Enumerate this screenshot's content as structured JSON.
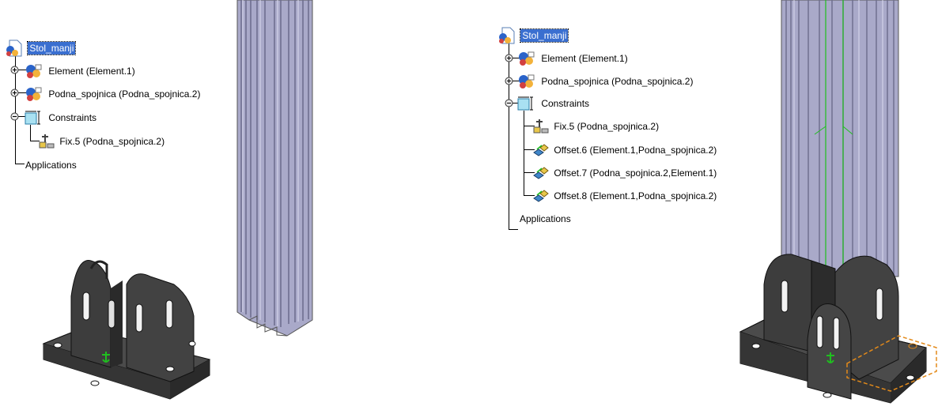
{
  "left_tree": {
    "root": "Stol_manji",
    "items": [
      {
        "label": "Element (Element.1)",
        "icon": "product-instance-icon"
      },
      {
        "label": "Podna_spojnica (Podna_spojnica.2)",
        "icon": "product-instance-icon"
      },
      {
        "label": "Constraints",
        "icon": "constraints-icon"
      },
      {
        "label": "Fix.5 (Podna_spojnica.2)",
        "icon": "fix-constraint-icon"
      },
      {
        "label": "Applications",
        "icon": "none"
      }
    ]
  },
  "right_tree": {
    "root": "Stol_manji",
    "items": [
      {
        "label": "Element (Element.1)",
        "icon": "product-instance-icon"
      },
      {
        "label": "Podna_spojnica (Podna_spojnica.2)",
        "icon": "product-instance-icon"
      },
      {
        "label": "Constraints",
        "icon": "constraints-icon"
      },
      {
        "label": "Fix.5 (Podna_spojnica.2)",
        "icon": "fix-constraint-icon"
      },
      {
        "label": "Offset.6 (Element.1,Podna_spojnica.2)",
        "icon": "offset-constraint-icon"
      },
      {
        "label": "Offset.7 (Podna_spojnica.2,Element.1)",
        "icon": "offset-constraint-icon"
      },
      {
        "label": "Offset.8 (Element.1,Podna_spojnica.2)",
        "icon": "offset-constraint-icon"
      },
      {
        "label": "Applications",
        "icon": "none"
      }
    ]
  },
  "colors": {
    "selection": "#3a6fd0",
    "profile": "#a9a9c9",
    "bracket": "#3c3c3c",
    "constraint_green": "#1fbf1f",
    "highlight_orange": "#e38a1a"
  }
}
